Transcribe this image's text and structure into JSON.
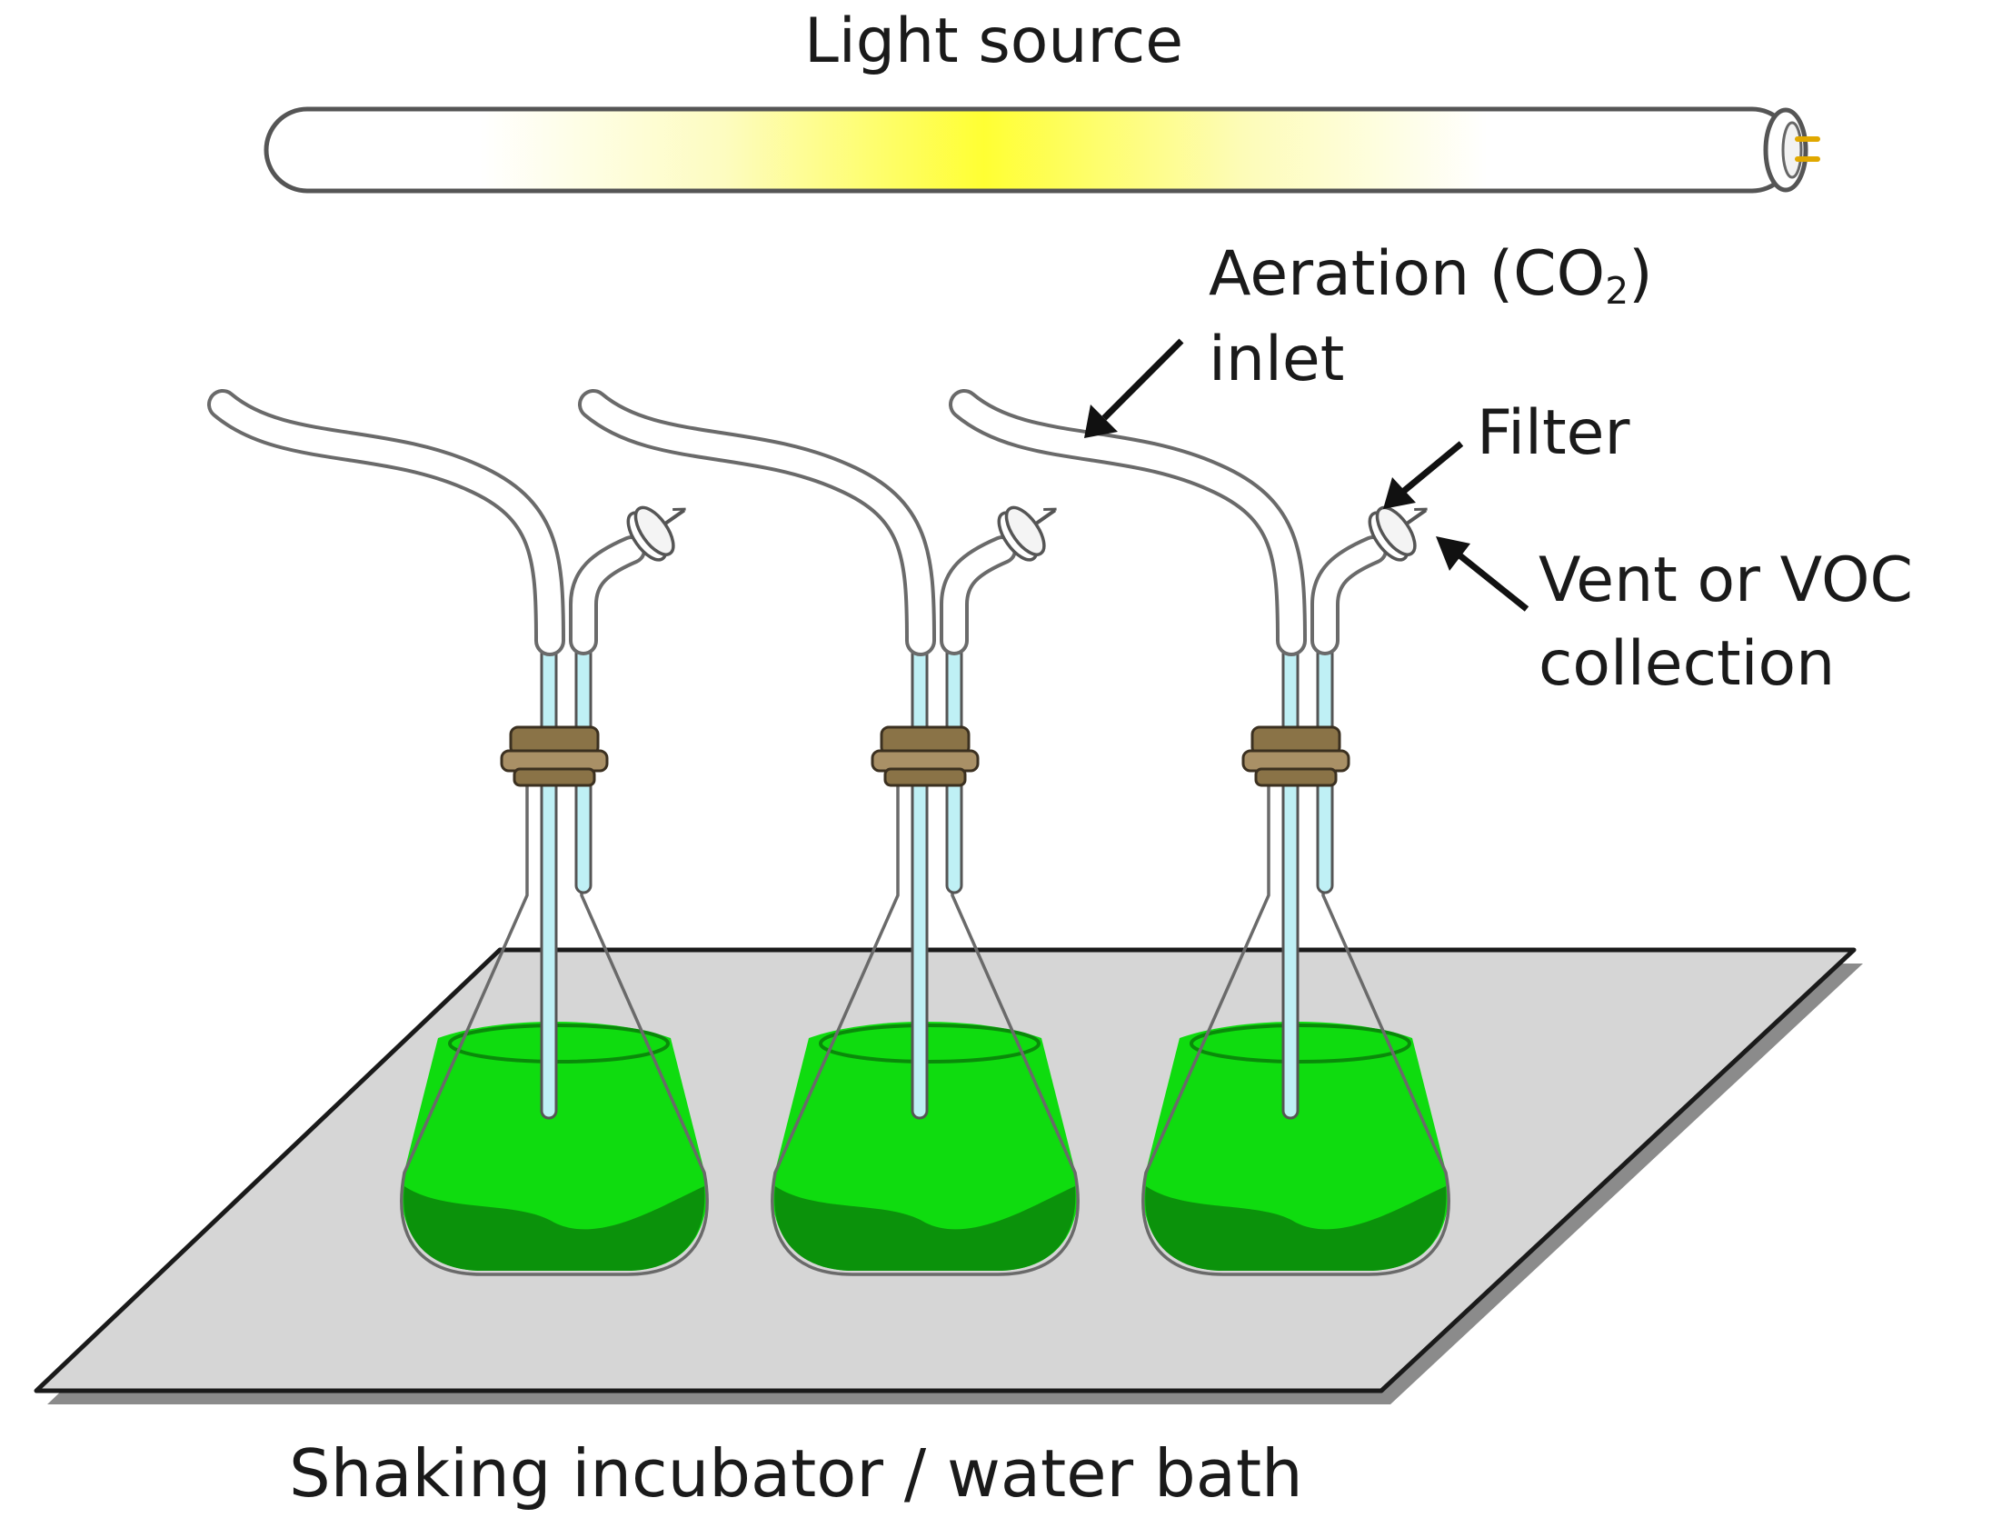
{
  "labels": {
    "light_source": "Light source",
    "aeration_line1_pre": "Aeration (CO",
    "aeration_sub": "2",
    "aeration_line1_post": ")",
    "aeration_line2": "inlet",
    "filter": "Filter",
    "vent_line1": "Vent or VOC",
    "vent_line2": "collection",
    "platform": "Shaking incubator / water bath"
  },
  "colors": {
    "culture": "#0fdc0f",
    "culture_shade": "#0b8a0b",
    "tube_liquid": "#bff0f5",
    "stopper": "#8a7347",
    "platform": "#d6d6d6",
    "lamp_glow": "#ffff33",
    "lamp_pins": "#e0a800"
  }
}
